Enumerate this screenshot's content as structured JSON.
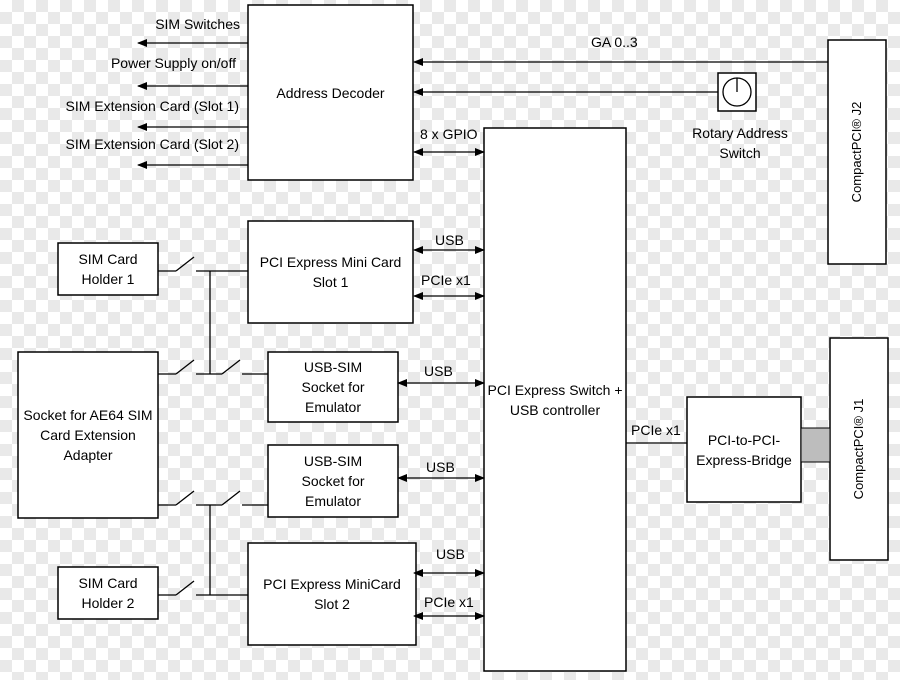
{
  "blocks": {
    "address_decoder": "Address Decoder",
    "pcie_switch": "PCI Express Switch +\nUSB controller",
    "minicard_slot1": "PCI Express Mini Card\nSlot 1",
    "minicard_slot2": "PCI Express MiniCard\nSlot 2",
    "usb_sim_1": "USB-SIM\nSocket for\nEmulator",
    "usb_sim_2": "USB-SIM\nSocket for\nEmulator",
    "sim_holder_1": "SIM Card\nHolder 1",
    "sim_holder_2": "SIM Card\nHolder 2",
    "ae64_socket": "Socket for AE64 SIM\nCard Extension\nAdapter",
    "bridge": "PCI-to-PCI-\nExpress-Bridge",
    "cpci_j2": "CompactPCI® J2",
    "cpci_j1": "CompactPCI® J1",
    "rotary_switch": "Rotary Address\nSwitch"
  },
  "signals": {
    "sim_switches": "SIM Switches",
    "power_supply": "Power Supply on/off",
    "sim_ext_slot1": "SIM Extension Card (Slot 1)",
    "sim_ext_slot2": "SIM Extension Card (Slot 2)",
    "ga": "GA 0..3",
    "gpio": "8 x GPIO",
    "usb_slot1": "USB",
    "pcie_slot1": "PCIe x1",
    "usb_sim1": "USB",
    "usb_sim2": "USB",
    "usb_slot2": "USB",
    "pcie_slot2": "PCIe x1",
    "pcie_bridge": "PCIe x1"
  }
}
